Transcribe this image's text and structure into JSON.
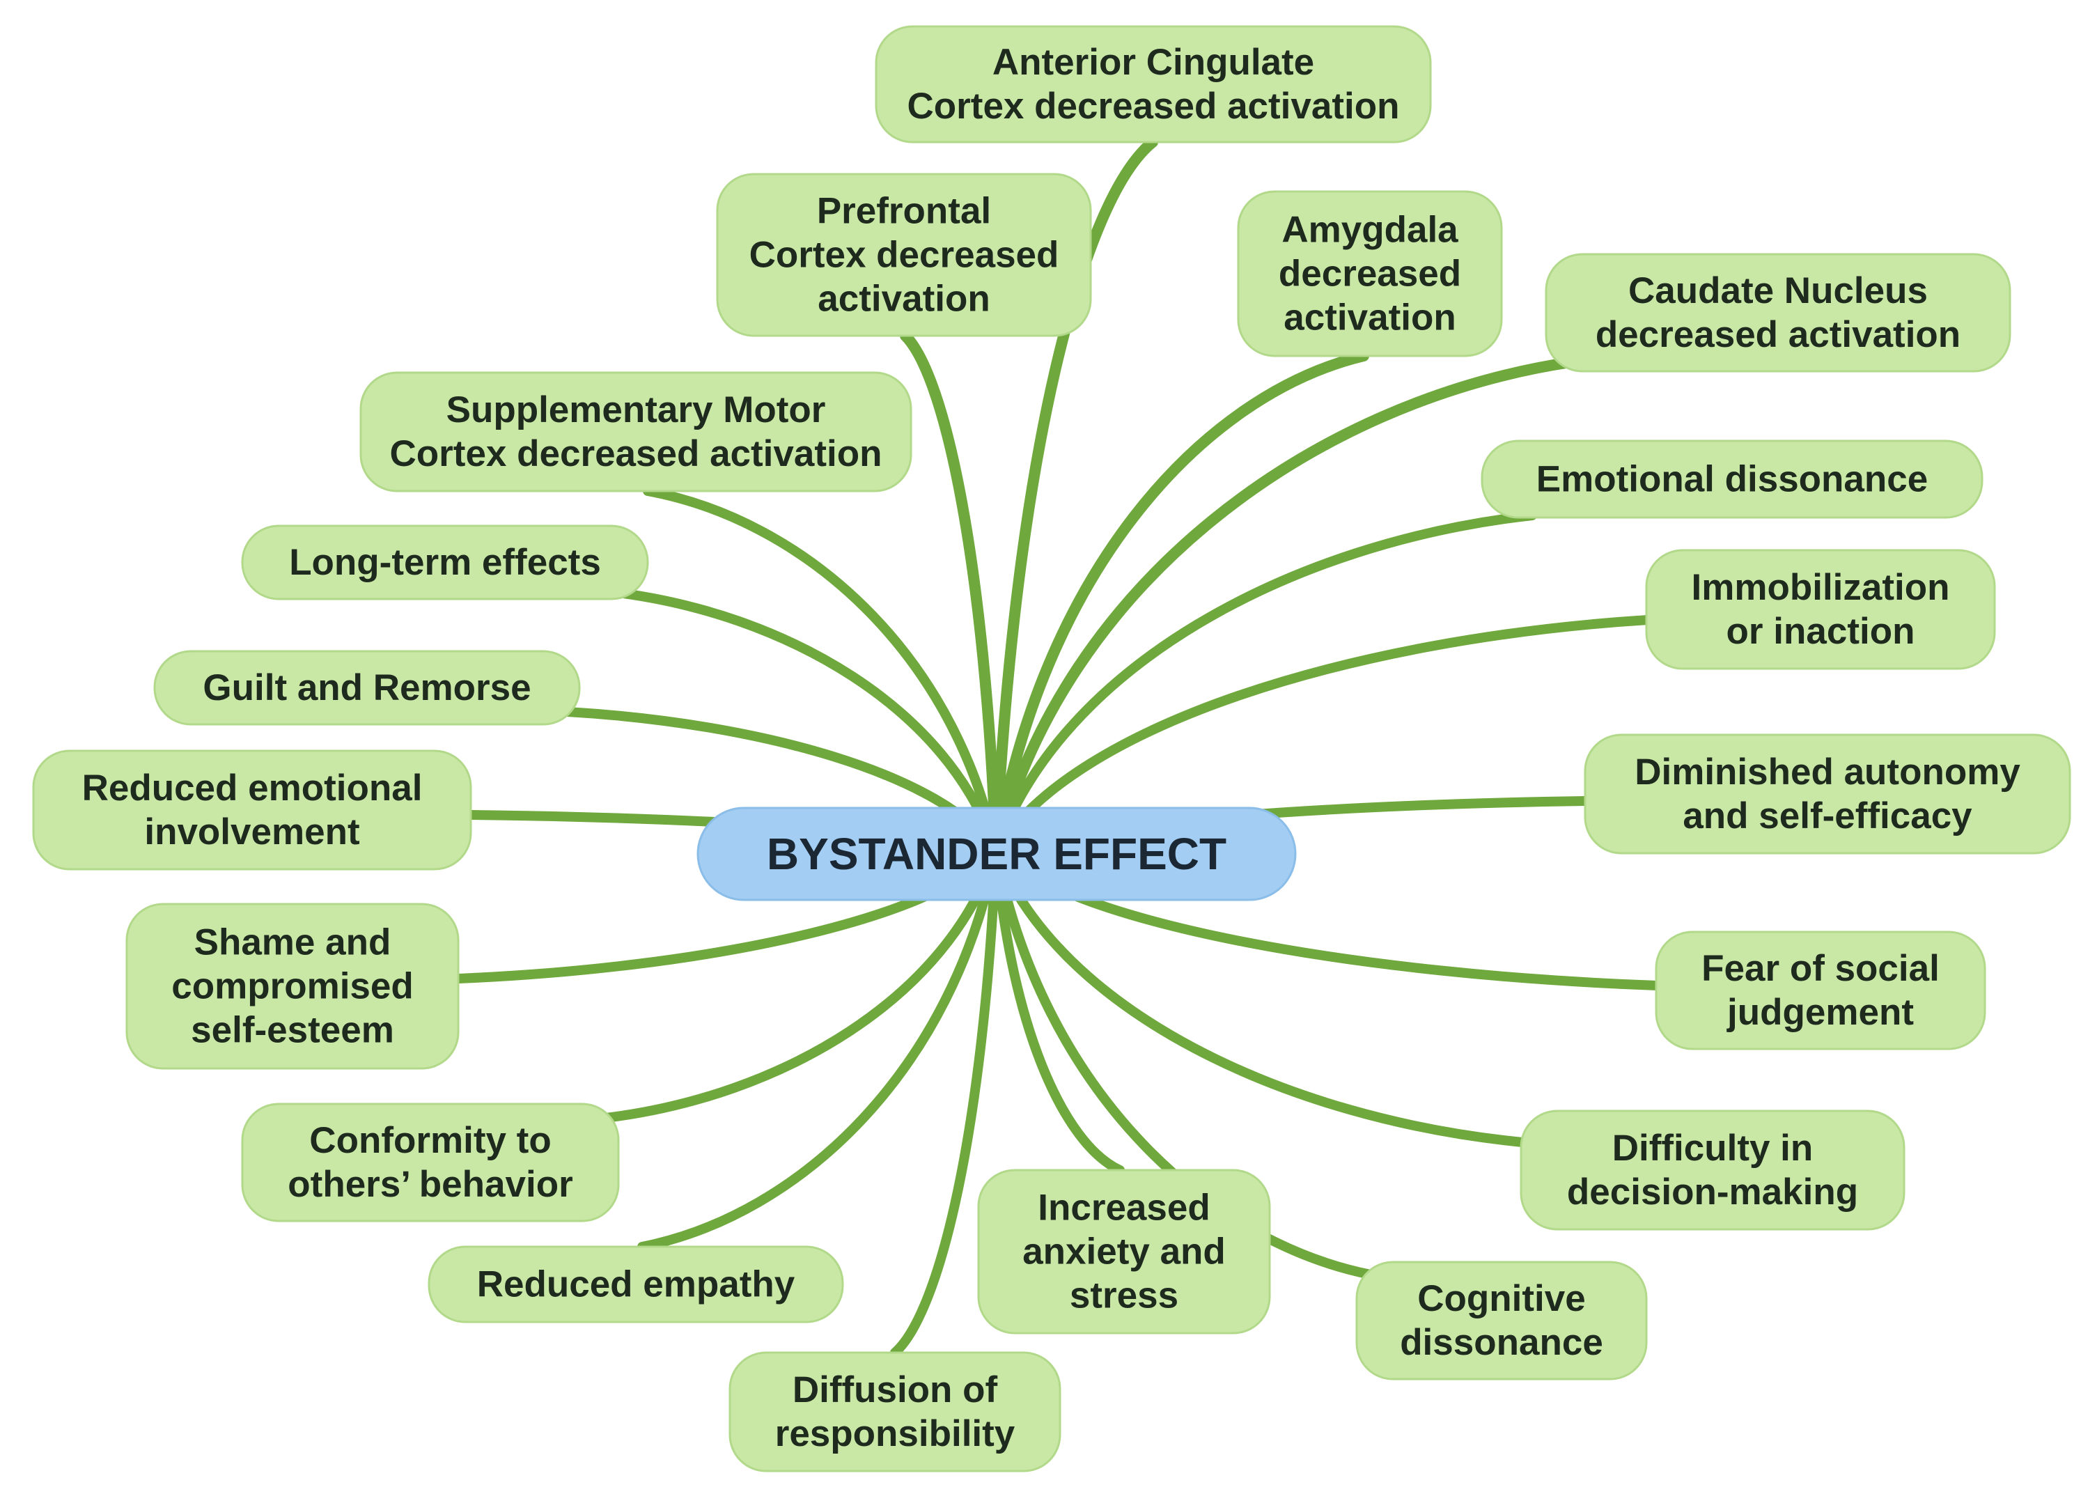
{
  "colors": {
    "branch": "#6fa83c",
    "node_fill": "#c9e8a6",
    "node_stroke": "#b2d98a",
    "center_fill": "#a3cdf3",
    "center_stroke": "#8bbde9",
    "text": "#1e2a1e"
  },
  "center": {
    "label": "BYSTANDER EFFECT"
  },
  "nodes": [
    {
      "id": "anterior-cingulate",
      "lines": [
        "Anterior Cingulate",
        "Cortex decreased activation"
      ]
    },
    {
      "id": "prefrontal",
      "lines": [
        "Prefrontal",
        "Cortex decreased",
        "activation"
      ]
    },
    {
      "id": "amygdala",
      "lines": [
        "Amygdala",
        "decreased",
        "activation"
      ]
    },
    {
      "id": "caudate",
      "lines": [
        "Caudate Nucleus",
        "decreased activation"
      ]
    },
    {
      "id": "supplementary-motor",
      "lines": [
        "Supplementary Motor",
        "Cortex decreased activation"
      ]
    },
    {
      "id": "emotional-dissonance",
      "lines": [
        "Emotional dissonance"
      ]
    },
    {
      "id": "long-term",
      "lines": [
        "Long-term effects"
      ]
    },
    {
      "id": "immobilization",
      "lines": [
        "Immobilization",
        "or inaction"
      ]
    },
    {
      "id": "guilt",
      "lines": [
        "Guilt and Remorse"
      ]
    },
    {
      "id": "reduced-emotional",
      "lines": [
        "Reduced emotional",
        "involvement"
      ]
    },
    {
      "id": "diminished-autonomy",
      "lines": [
        "Diminished autonomy",
        "and self-efficacy"
      ]
    },
    {
      "id": "shame",
      "lines": [
        "Shame and",
        "compromised",
        "self-esteem"
      ]
    },
    {
      "id": "fear-social",
      "lines": [
        "Fear of social",
        "judgement"
      ]
    },
    {
      "id": "conformity",
      "lines": [
        "Conformity to",
        "others’ behavior"
      ]
    },
    {
      "id": "difficulty-decision",
      "lines": [
        "Difficulty in",
        "decision-making"
      ]
    },
    {
      "id": "increased-anxiety",
      "lines": [
        "Increased",
        "anxiety and",
        "stress"
      ]
    },
    {
      "id": "reduced-empathy",
      "lines": [
        "Reduced empathy"
      ]
    },
    {
      "id": "cognitive-dissonance",
      "lines": [
        "Cognitive",
        "dissonance"
      ]
    },
    {
      "id": "diffusion",
      "lines": [
        "Diffusion of",
        "responsibility"
      ]
    }
  ]
}
